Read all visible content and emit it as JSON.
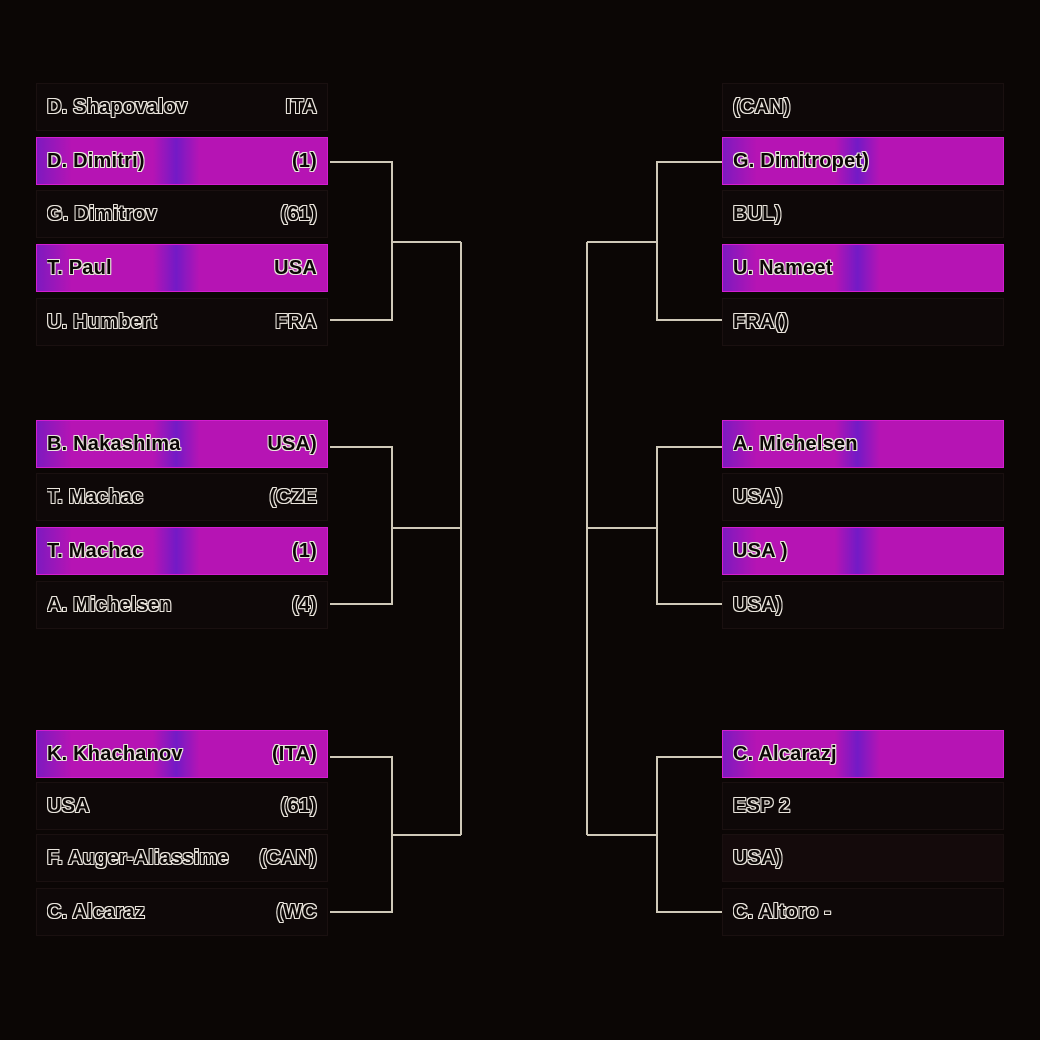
{
  "colors": {
    "background": "#0b0605",
    "highlight": "#b614b4",
    "line": "#cfc8b8",
    "text_outline": "#e9e4dc"
  },
  "left": [
    {
      "rows": [
        {
          "name": "D. Shapovalov",
          "tag": "ITA",
          "highlighted": false
        },
        {
          "name": "D. Dimitri)",
          "tag": "(1)",
          "highlighted": true
        },
        {
          "name": "G. Dimitrov",
          "tag": "(61)",
          "highlighted": false
        },
        {
          "name": "T. Paul",
          "tag": "USA",
          "highlighted": true
        },
        {
          "name": "U. Humbert",
          "tag": "FRA",
          "highlighted": false
        }
      ]
    },
    {
      "rows": [
        {
          "name": "B. Nakashima",
          "tag": "USA)",
          "highlighted": true
        },
        {
          "name": "T. Machac",
          "tag": "(CZE",
          "highlighted": false
        },
        {
          "name": "T. Machac",
          "tag": "(1)",
          "highlighted": true
        },
        {
          "name": "A. Michelsen",
          "tag": "(4)",
          "highlighted": false
        }
      ]
    },
    {
      "rows": [
        {
          "name": "K. Khachanov",
          "tag": "(ITA)",
          "highlighted": true
        },
        {
          "name": "USA",
          "tag": "(61)",
          "highlighted": false
        },
        {
          "name": "F. Auger-Aliassime",
          "tag": "(CAN)",
          "highlighted": false
        },
        {
          "name": "C. Alcaraz",
          "tag": "(WC",
          "highlighted": false
        }
      ]
    }
  ],
  "right": [
    {
      "rows": [
        {
          "name": "(CAN)",
          "highlighted": false
        },
        {
          "name": "G. Dimitropet)",
          "highlighted": true
        },
        {
          "name": "BUL)",
          "highlighted": false
        },
        {
          "name": "U. Nameet",
          "highlighted": true
        },
        {
          "name": "FRA()",
          "highlighted": false
        }
      ]
    },
    {
      "rows": [
        {
          "name": "A. Michelsen",
          "highlighted": true
        },
        {
          "name": "USA)",
          "highlighted": false
        },
        {
          "name": "USA )",
          "highlighted": true
        },
        {
          "name": "USA)",
          "highlighted": false
        }
      ]
    },
    {
      "rows": [
        {
          "name": "C. Alcarazj",
          "highlighted": true
        },
        {
          "name": "ESP 2",
          "highlighted": false
        },
        {
          "name": "USA)",
          "highlighted": false
        },
        {
          "name": "C. Altoro -",
          "highlighted": false
        }
      ]
    }
  ]
}
